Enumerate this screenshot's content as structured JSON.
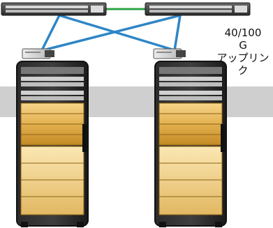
{
  "annotation": {
    "speed": "40/100",
    "speed_cont": "G",
    "label_line1": "アップリン",
    "label_line2": "ク"
  },
  "colors": {
    "switch_link": "#2ca344",
    "uplink_cable": "#2e86c6",
    "rack_frame": "#1d1d1d",
    "server_gold": "#e2b04a",
    "band_gray": "#c9c9c9"
  },
  "nodes": {
    "spine_switches": 2,
    "leaf_transceivers": 2,
    "racks": 2
  }
}
